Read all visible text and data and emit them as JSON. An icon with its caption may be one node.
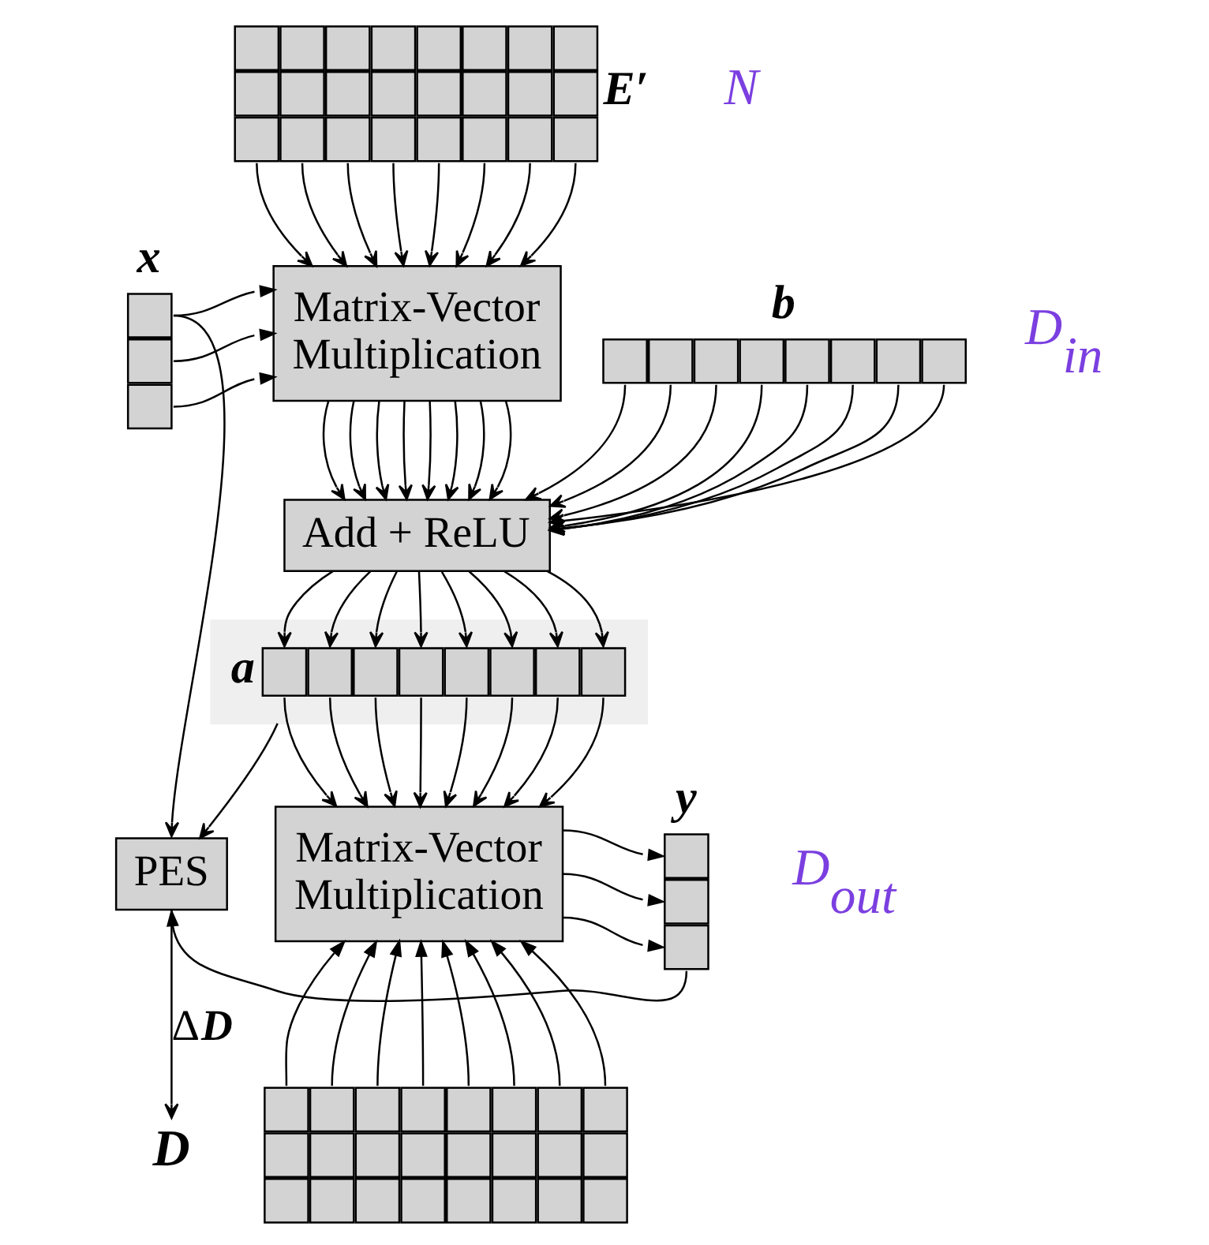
{
  "diagram": {
    "nodes": [
      {
        "text": [],
        "shape": "box",
        "beside": [
          "E′"
        ]
      },
      {
        "text": [],
        "shape": "box",
        "beside": [
          "x"
        ]
      },
      {
        "text": [
          "Matrix-Vector Multiplication"
        ]
      },
      {
        "text": [],
        "shape": "box",
        "beside": [
          "b"
        ]
      },
      {
        "text": [
          "Add + ReLU"
        ]
      },
      {
        "text": [],
        "shape": "box"
      },
      {
        "text": [],
        "shape": "box",
        "in": 5,
        "beside": [
          "a"
        ]
      },
      {
        "text": [
          "PES"
        ]
      },
      {
        "text": [
          "Matrix-Vector Multiplication"
        ]
      },
      {
        "text": [],
        "shape": "box",
        "beside": [
          "y"
        ]
      },
      {
        "text": [
          "D"
        ]
      },
      {
        "text": [],
        "shape": "box"
      }
    ],
    "edges": [
      {
        "from": 0,
        "to": 2,
        "arrow": "to"
      },
      {
        "from": 0,
        "to": 2,
        "arrow": "to"
      },
      {
        "from": 0,
        "to": 2,
        "arrow": "to"
      },
      {
        "from": 0,
        "to": 2,
        "arrow": "to"
      },
      {
        "from": 0,
        "to": 2,
        "arrow": "to"
      },
      {
        "from": 0,
        "to": 2,
        "arrow": "to"
      },
      {
        "from": 0,
        "to": 2,
        "arrow": "to"
      },
      {
        "from": 0,
        "to": 2,
        "arrow": "to"
      },
      {
        "from": 1,
        "to": 2,
        "arrow": "to"
      },
      {
        "from": 1,
        "to": 2,
        "arrow": "to"
      },
      {
        "from": 1,
        "to": 2,
        "arrow": "to"
      },
      {
        "from": 2,
        "to": 4,
        "arrow": "to"
      },
      {
        "from": 2,
        "to": 4,
        "arrow": "to"
      },
      {
        "from": 2,
        "to": 4,
        "arrow": "to"
      },
      {
        "from": 2,
        "to": 4,
        "arrow": "to"
      },
      {
        "from": 2,
        "to": 4,
        "arrow": "to"
      },
      {
        "from": 2,
        "to": 4,
        "arrow": "to"
      },
      {
        "from": 2,
        "to": 4,
        "arrow": "to"
      },
      {
        "from": 2,
        "to": 4,
        "arrow": "to"
      },
      {
        "from": 3,
        "to": 4,
        "arrow": "to"
      },
      {
        "from": 3,
        "to": 4,
        "arrow": "to"
      },
      {
        "from": 3,
        "to": 4,
        "arrow": "to"
      },
      {
        "from": 3,
        "to": 4,
        "arrow": "to"
      },
      {
        "from": 3,
        "to": 4,
        "arrow": "to"
      },
      {
        "from": 3,
        "to": 4,
        "arrow": "to"
      },
      {
        "from": 3,
        "to": 4,
        "arrow": "to"
      },
      {
        "from": 3,
        "to": 4,
        "arrow": "to"
      },
      {
        "from": 4,
        "to": 6,
        "arrow": "to"
      },
      {
        "from": 4,
        "to": 6,
        "arrow": "to"
      },
      {
        "from": 4,
        "to": 6,
        "arrow": "to"
      },
      {
        "from": 4,
        "to": 6,
        "arrow": "to"
      },
      {
        "from": 4,
        "to": 6,
        "arrow": "to"
      },
      {
        "from": 4,
        "to": 6,
        "arrow": "to"
      },
      {
        "from": 4,
        "to": 6,
        "arrow": "to"
      },
      {
        "from": 4,
        "to": 6,
        "arrow": "to"
      },
      {
        "from": 6,
        "to": 8,
        "arrow": "to"
      },
      {
        "from": 6,
        "to": 8,
        "arrow": "to"
      },
      {
        "from": 6,
        "to": 8,
        "arrow": "to"
      },
      {
        "from": 6,
        "to": 8,
        "arrow": "to"
      },
      {
        "from": 6,
        "to": 8,
        "arrow": "to"
      },
      {
        "from": 6,
        "to": 8,
        "arrow": "to"
      },
      {
        "from": 6,
        "to": 8,
        "arrow": "to"
      },
      {
        "from": 6,
        "to": 8,
        "arrow": "to"
      },
      {
        "from": 8,
        "to": 9,
        "arrow": "to"
      },
      {
        "from": 8,
        "to": 9,
        "arrow": "to"
      },
      {
        "from": 8,
        "to": 9,
        "arrow": "to"
      },
      {
        "from": 11,
        "to": 8,
        "arrow": "to"
      },
      {
        "from": 11,
        "to": 8,
        "arrow": "to"
      },
      {
        "from": 11,
        "to": 8,
        "arrow": "to"
      },
      {
        "from": 11,
        "to": 8,
        "arrow": "to"
      },
      {
        "from": 11,
        "to": 8,
        "arrow": "to"
      },
      {
        "from": 11,
        "to": 8,
        "arrow": "to"
      },
      {
        "from": 11,
        "to": 8,
        "arrow": "to"
      },
      {
        "from": 11,
        "to": 8,
        "arrow": "to"
      },
      {
        "from": 1,
        "to": 7,
        "arrow": "to"
      },
      {
        "from": 5,
        "to": 7,
        "arrow": "to"
      },
      {
        "from": 7,
        "to": 10,
        "label": "Δ**D**",
        "arrow": "to"
      },
      {
        "from": 9,
        "to": 7,
        "arrow": "to"
      }
    ],
    "labels": [
      "N",
      "D$_{in}$",
      "D$_{out}$"
    ]
  }
}
